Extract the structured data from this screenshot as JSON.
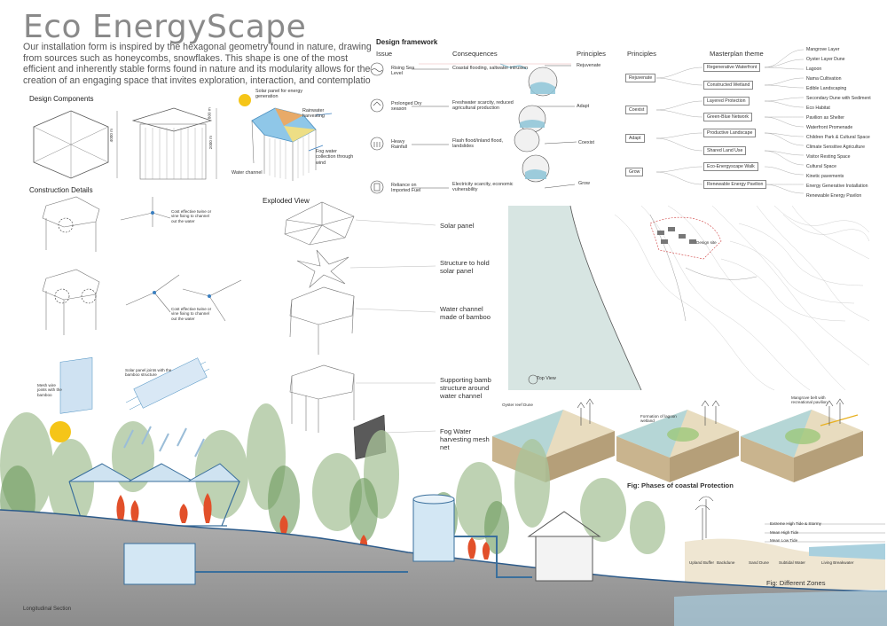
{
  "title": "Eco EnergyScape",
  "intro": "Our installation form is inspired by the hexagonal geometry found in nature, drawing from sources such as honeycombs, snowflakes. This shape is one of the most efficient and inherently stable forms found in nature and its modularity allows for the creation of an engaging space that invites exploration, interaction, and contemplatio",
  "design_components": {
    "heading": "Design Components",
    "dims": [
      "4000 m",
      "800 m",
      "2000 m"
    ],
    "callouts": {
      "solar": "Solar panel for energy generation",
      "rain": "Rainwater harvesting",
      "channel": "Water channel",
      "fog": "Fog water collection through wind"
    }
  },
  "construction": {
    "heading": "Construction Details",
    "note1": "Cost effective twine or vine fixing to channel out the water",
    "note2": "Cost effective twine or vine fixing to channel out the water",
    "mesh": "Mesh wire joints with the bamboo",
    "solar_joint": "Solar panel joints with the bamboo structure"
  },
  "exploded": {
    "heading": "Exploded View",
    "items": [
      "Solar panel",
      "Structure to hold solar panel",
      "Water channel made of bamboo",
      "Supporting bamb structure around water channel",
      "Fog Water harvesting mesh net"
    ]
  },
  "framework": {
    "heading": "Design framework",
    "col_issue": "Issue",
    "col_consequences": "Consequences",
    "col_principles": "Principles",
    "rows": [
      {
        "issue": "Rising Sea Level",
        "consequence": "Coastal flooding, saltwater intrusion",
        "principle": "Rejuvenate"
      },
      {
        "issue": "Prolonged Dry season",
        "consequence": "Freshwater scarcity, reduced agricultural production",
        "principle": "Adapt"
      },
      {
        "issue": "Heavy Rainfall",
        "consequence": "Flash flood/inland flood, landslides",
        "principle": "Coexist"
      },
      {
        "issue": "Reliance on Imported Fuel",
        "consequence": "Electricity scarcity, economic vulnerability",
        "principle": "Grow"
      }
    ]
  },
  "masterplan": {
    "col_principles": "Principles",
    "col_theme": "Masterplan theme",
    "principles": [
      "Rejuvenate",
      "Coexist",
      "Adapt",
      "Grow"
    ],
    "themes": [
      "Regenerative Waterfront",
      "Constructed Wetland",
      "Layered Protection",
      "Green-Blue Network",
      "Productive Landscape",
      "Shared Land Use",
      "Eco-Energyscape Walk",
      "Renewable Energy Pavilion"
    ],
    "items": [
      "Mangrove Layer",
      "Oyster Layer Dune",
      "Lagoon",
      "Nama Cultivation",
      "Edible Landscaping",
      "Secondary Dune with Sediment",
      "Eco Habitat",
      "Pavilion as Shelter",
      "Waterfront Promenade",
      "Children Park & Cultural Space",
      "Climate Sensitive Agriculture",
      "Visitor Resting Space",
      "Cultural Space",
      "Kinetic pavements",
      "Energy Generative Installation",
      "Renewable Energy Pavilon"
    ]
  },
  "map": {
    "design_site": "Design site",
    "top_view": "Top View"
  },
  "phases": {
    "caption": "Fig: Phases of coastal Protection",
    "labels": [
      "Oyster reef Dune",
      "Formation of lagoon wetland",
      "Mangrove belt with recreational pavilion"
    ]
  },
  "zones": {
    "caption": "Fig: Different Zones",
    "tides": [
      "Extreme High Tide & Stormy",
      "Mean High Tide",
      "Mean Low Tide"
    ],
    "zones": [
      "Upland Buffer",
      "Backdune",
      "Sand Dune",
      "Subtidal Water",
      "Living Breakwater"
    ]
  },
  "section": {
    "caption": "Longitudinal Section"
  }
}
